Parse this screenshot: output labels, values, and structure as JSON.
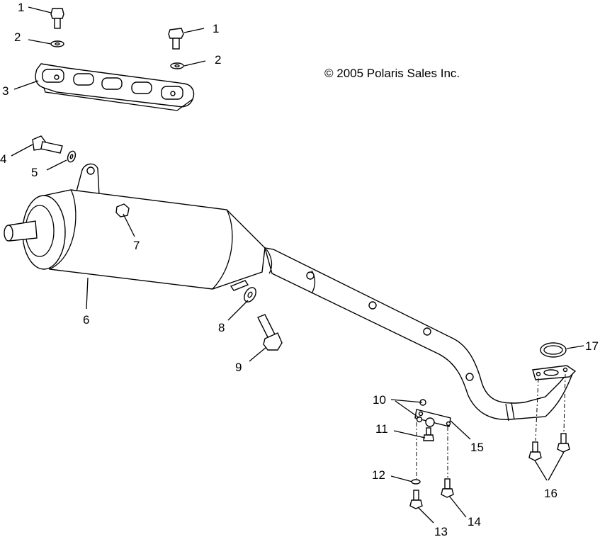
{
  "copyright": "© 2005 Polaris Sales Inc.",
  "callouts": [
    {
      "id": "c1a",
      "text": "1"
    },
    {
      "id": "c1b",
      "text": "1"
    },
    {
      "id": "c2a",
      "text": "2"
    },
    {
      "id": "c2b",
      "text": "2"
    },
    {
      "id": "c3",
      "text": "3"
    },
    {
      "id": "c4",
      "text": "4"
    },
    {
      "id": "c5",
      "text": "5"
    },
    {
      "id": "c6",
      "text": "6"
    },
    {
      "id": "c7",
      "text": "7"
    },
    {
      "id": "c8",
      "text": "8"
    },
    {
      "id": "c9",
      "text": "9"
    },
    {
      "id": "c10",
      "text": "10"
    },
    {
      "id": "c11",
      "text": "11"
    },
    {
      "id": "c12",
      "text": "12"
    },
    {
      "id": "c13",
      "text": "13"
    },
    {
      "id": "c14",
      "text": "14"
    },
    {
      "id": "c15",
      "text": "15"
    },
    {
      "id": "c16",
      "text": "16"
    },
    {
      "id": "c17",
      "text": "17"
    }
  ]
}
